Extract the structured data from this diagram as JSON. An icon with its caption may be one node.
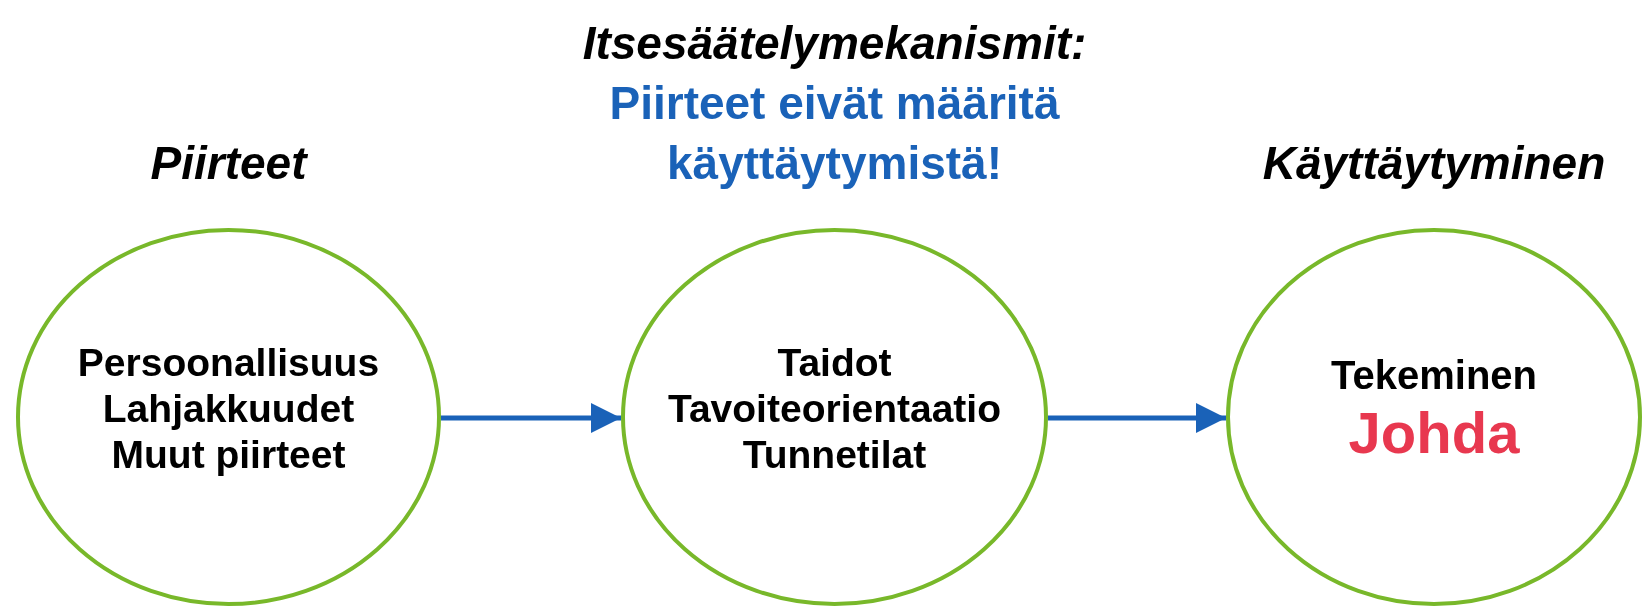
{
  "diagram": {
    "nodes": [
      {
        "text": [
          "Piirteet",
          "Persoonallisuus",
          "Lahjakkuudet",
          "Muut piirteet"
        ]
      },
      {
        "text": [
          "Itsesäätelymekanismit:",
          "Piirteet eivät määritä käyttäytymistä!",
          "Taidot",
          "Tavoiteorientaatio",
          "Tunnetilat"
        ]
      },
      {
        "text": [
          "Käyttäytyminen",
          "Tekeminen",
          "Johda"
        ]
      }
    ],
    "edges": [
      {
        "from": 0,
        "to": 1,
        "arrow": "to"
      },
      {
        "from": 1,
        "to": 2,
        "arrow": "to"
      }
    ]
  }
}
